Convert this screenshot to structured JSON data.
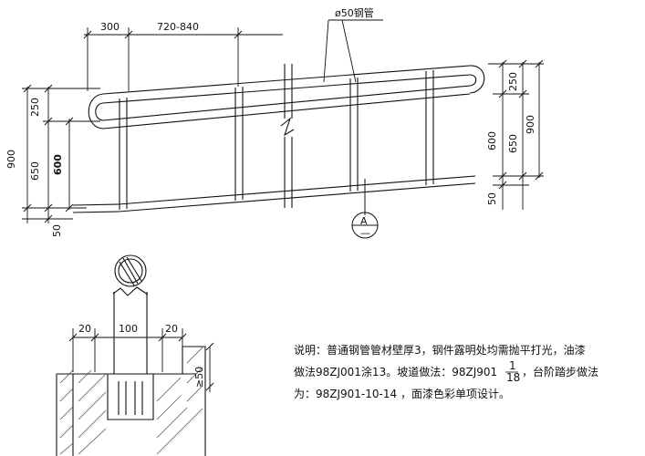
{
  "top_dims": {
    "end_offset": "300",
    "post_spacing": "720-840",
    "pipe_label": "ø50钢管"
  },
  "left_dims": {
    "total": "900",
    "upper": "250",
    "lower": "650",
    "inner": "600",
    "base": "50"
  },
  "right_dims": {
    "upper": "250",
    "total": "900",
    "inner": "600",
    "lower": "650",
    "base": "50"
  },
  "section_marker": {
    "letter": "A",
    "sub": "—"
  },
  "detail_dims": {
    "side_left": "20",
    "width": "100",
    "side_right": "20",
    "depth": "≥50"
  },
  "notes": {
    "line1": "说明：普通钢管管材壁厚3，钢件露明处均需抛平打光，油漆",
    "line2": "做法98ZJ001涂13。坡道做法：98ZJ901",
    "line2_frac_top": "1",
    "line2_frac_bottom": "18",
    "line2_tail": "，台阶踏步做法",
    "line3": "为：98ZJ901-10-14 ，面漆色彩单项设计。"
  },
  "colors": {
    "ink": "#111111",
    "hatch": "#444444",
    "watermark": "#9a9a9a"
  }
}
